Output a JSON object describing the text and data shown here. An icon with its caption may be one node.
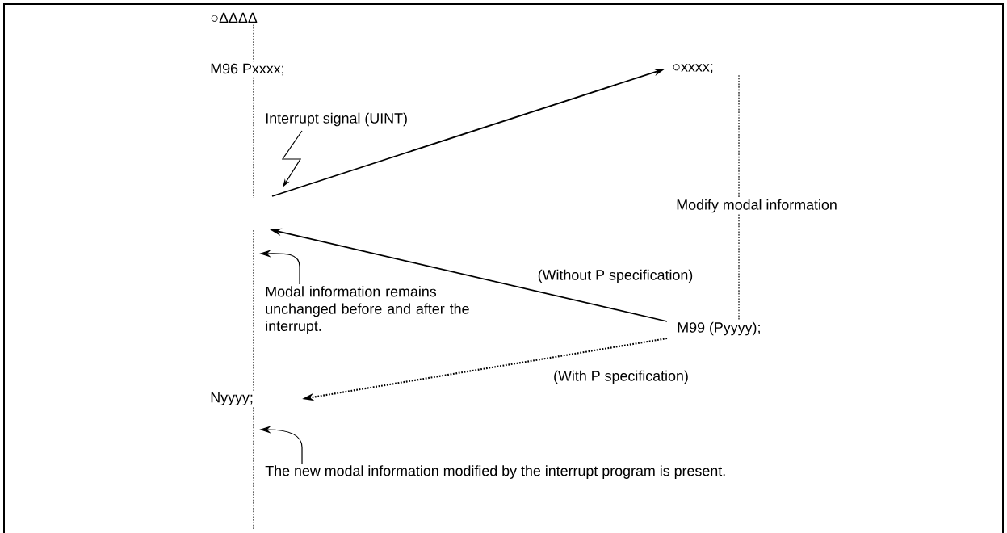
{
  "diagram": {
    "nodes": [
      {
        "text": [
          "○ΔΔΔΔ"
        ]
      },
      {
        "text": [
          "M96 Pxxxx;"
        ]
      },
      {
        "text": [
          "○xxxx;"
        ]
      },
      {
        "text": [
          "Modify modal information"
        ]
      },
      {
        "text": [
          "M99 (Pyyyy);"
        ]
      },
      {
        "text": [
          "Nyyyy;"
        ]
      },
      {
        "text": [
          "Modal information remains unchanged before and after the interrupt."
        ]
      },
      {
        "text": [
          "The new modal information modified by the interrupt program is present."
        ]
      }
    ],
    "edges": [
      {
        "from": 0,
        "to": 1,
        "arrow": "none",
        "style": "dashed"
      },
      {
        "from": 1,
        "to": null,
        "arrow": "none",
        "style": "dashed"
      },
      {
        "from": null,
        "to": 5,
        "arrow": "none",
        "style": "dashed"
      },
      {
        "from": 5,
        "to": null,
        "arrow": "none",
        "style": "dashed"
      },
      {
        "from": 2,
        "to": 3,
        "arrow": "none",
        "style": "dashed"
      },
      {
        "from": 3,
        "to": 4,
        "arrow": "none",
        "style": "dashed"
      },
      {
        "from": null,
        "to": 2,
        "arrow": "to"
      },
      {
        "from": 4,
        "to": null,
        "arrow": "to",
        "label": "(Without P specification)"
      },
      {
        "from": 4,
        "to": 5,
        "arrow": "to",
        "style": "dashed",
        "label": "(With P specification)"
      },
      {
        "from": 6,
        "to": null,
        "arrow": "to"
      },
      {
        "from": 7,
        "to": null,
        "arrow": "to"
      }
    ],
    "labels": [
      "Interrupt signal (UINT)"
    ]
  }
}
